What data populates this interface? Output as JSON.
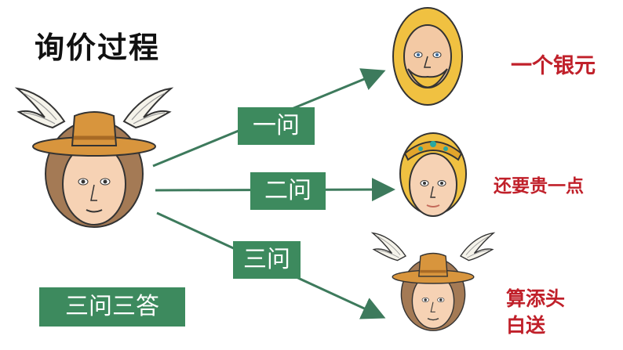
{
  "title": "询价过程",
  "questions": [
    "一问",
    "二问",
    "三问"
  ],
  "answers": [
    "一个银元",
    "还要贵一点",
    "算添头白送"
  ],
  "answer3_line1": "算添头",
  "answer3_line2": "白送",
  "summary": "三问三答",
  "colors": {
    "box_green": "#3d8a5e",
    "answer_red": "#c0202a",
    "arrow": "#3d7a5c"
  }
}
